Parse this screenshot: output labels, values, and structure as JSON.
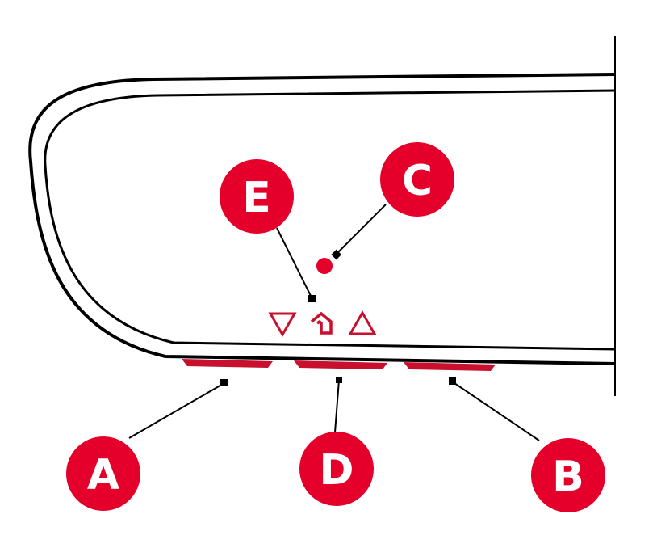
{
  "colors": {
    "accent": "#e4002b",
    "button": "#c8102e",
    "line": "#000000"
  },
  "labels": {
    "a": "A",
    "b": "B",
    "c": "C",
    "d": "D",
    "e": "E"
  },
  "icons": [
    "down-triangle-icon",
    "home-icon",
    "up-triangle-icon",
    "indicator-dot-icon"
  ]
}
